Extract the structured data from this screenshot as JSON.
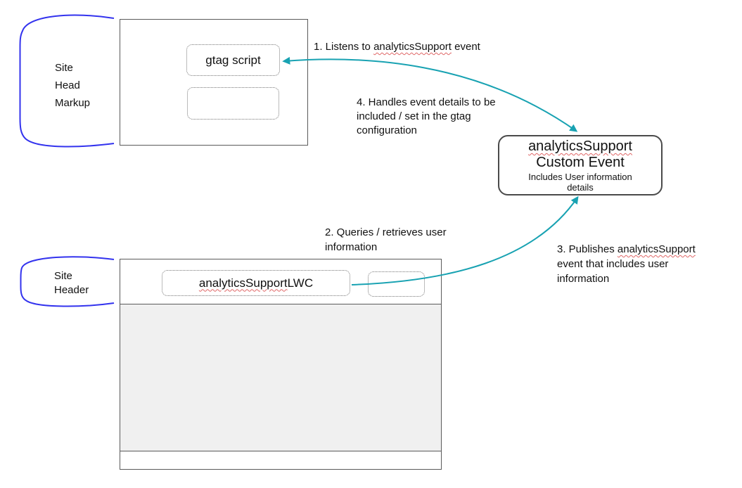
{
  "colors": {
    "arrow_teal": "#18a2b2",
    "brace_blue": "#3333ee",
    "squiggle_red": "#e06666",
    "window_border": "#5a5a5a",
    "content_gray": "#f0f0f0"
  },
  "braces": {
    "site_head": {
      "label": "Site\nHead\nMarkup"
    },
    "site_header": {
      "label": "Site\nHeader"
    }
  },
  "head_window": {
    "gtag_label": "gtag script"
  },
  "header_window": {
    "lwc_word": "analyticsSupport",
    "lwc_suffix": " LWC"
  },
  "event_box": {
    "title_word": "analyticsSupport",
    "title_line2": "Custom Event",
    "subtitle": "Includes User information details"
  },
  "annotations": {
    "listens": {
      "prefix": "1. Listens to ",
      "word": "analyticsSupport",
      "suffix": " event"
    },
    "handles": {
      "text": "4. Handles event details to be included / set in the gtag configuration"
    },
    "queries": {
      "text": "2. Queries / retrieves user information"
    },
    "publishes": {
      "prefix": "3. Publishes ",
      "word": "analyticsSupport",
      "suffix": " event that includes user information"
    }
  }
}
